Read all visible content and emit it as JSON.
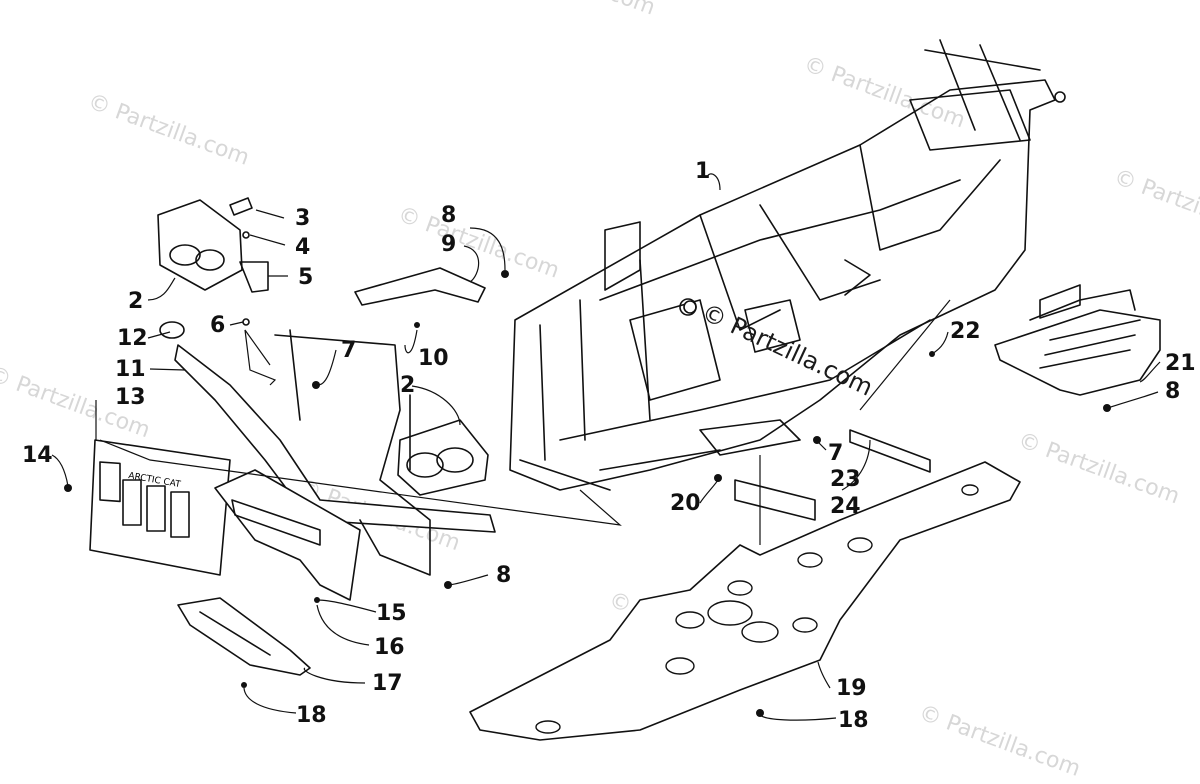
{
  "watermark": "© Partzilla.com",
  "center_watermark": "© Partzilla.com",
  "decal_text": "ARCTIC CAT",
  "callouts": {
    "c1": "1",
    "c2a": "2",
    "c2b": "2",
    "c3": "3",
    "c4": "4",
    "c5": "5",
    "c6": "6",
    "c7a": "7",
    "c7b": "7",
    "c8a": "8",
    "c8b": "8",
    "c8c": "8",
    "c9": "9",
    "c10": "10",
    "c11": "11",
    "c12": "12",
    "c13": "13",
    "c14": "14",
    "c15": "15",
    "c16": "16",
    "c17": "17",
    "c18a": "18",
    "c18b": "18",
    "c19": "19",
    "c20": "20",
    "c21": "21",
    "c22": "22",
    "c23": "23",
    "c24": "24"
  }
}
